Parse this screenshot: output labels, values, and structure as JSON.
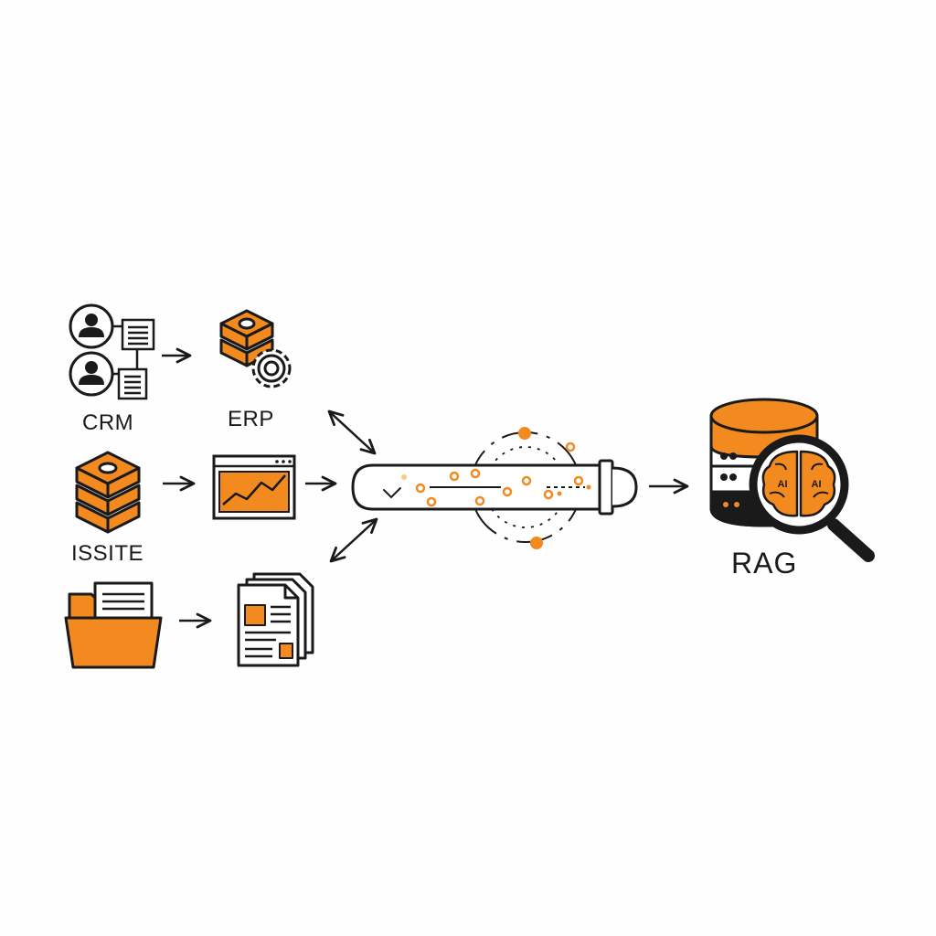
{
  "colors": {
    "accent": "#f28a1f",
    "ink": "#1a1a1a",
    "background": "#fefefe"
  },
  "labels": {
    "crm": "CRM",
    "erp": "ERP",
    "issite": "ISSITE",
    "rag": "RAG",
    "ai_left": "AI",
    "ai_right": "AI"
  },
  "icons": [
    "crm-user-icon",
    "crm-document-icon",
    "erp-server-gear-icon",
    "server-stack-icon",
    "analytics-window-icon",
    "folder-icon",
    "document-stack-icon",
    "data-pipeline-tube-icon",
    "database-icon",
    "magnifier-brain-icon"
  ]
}
